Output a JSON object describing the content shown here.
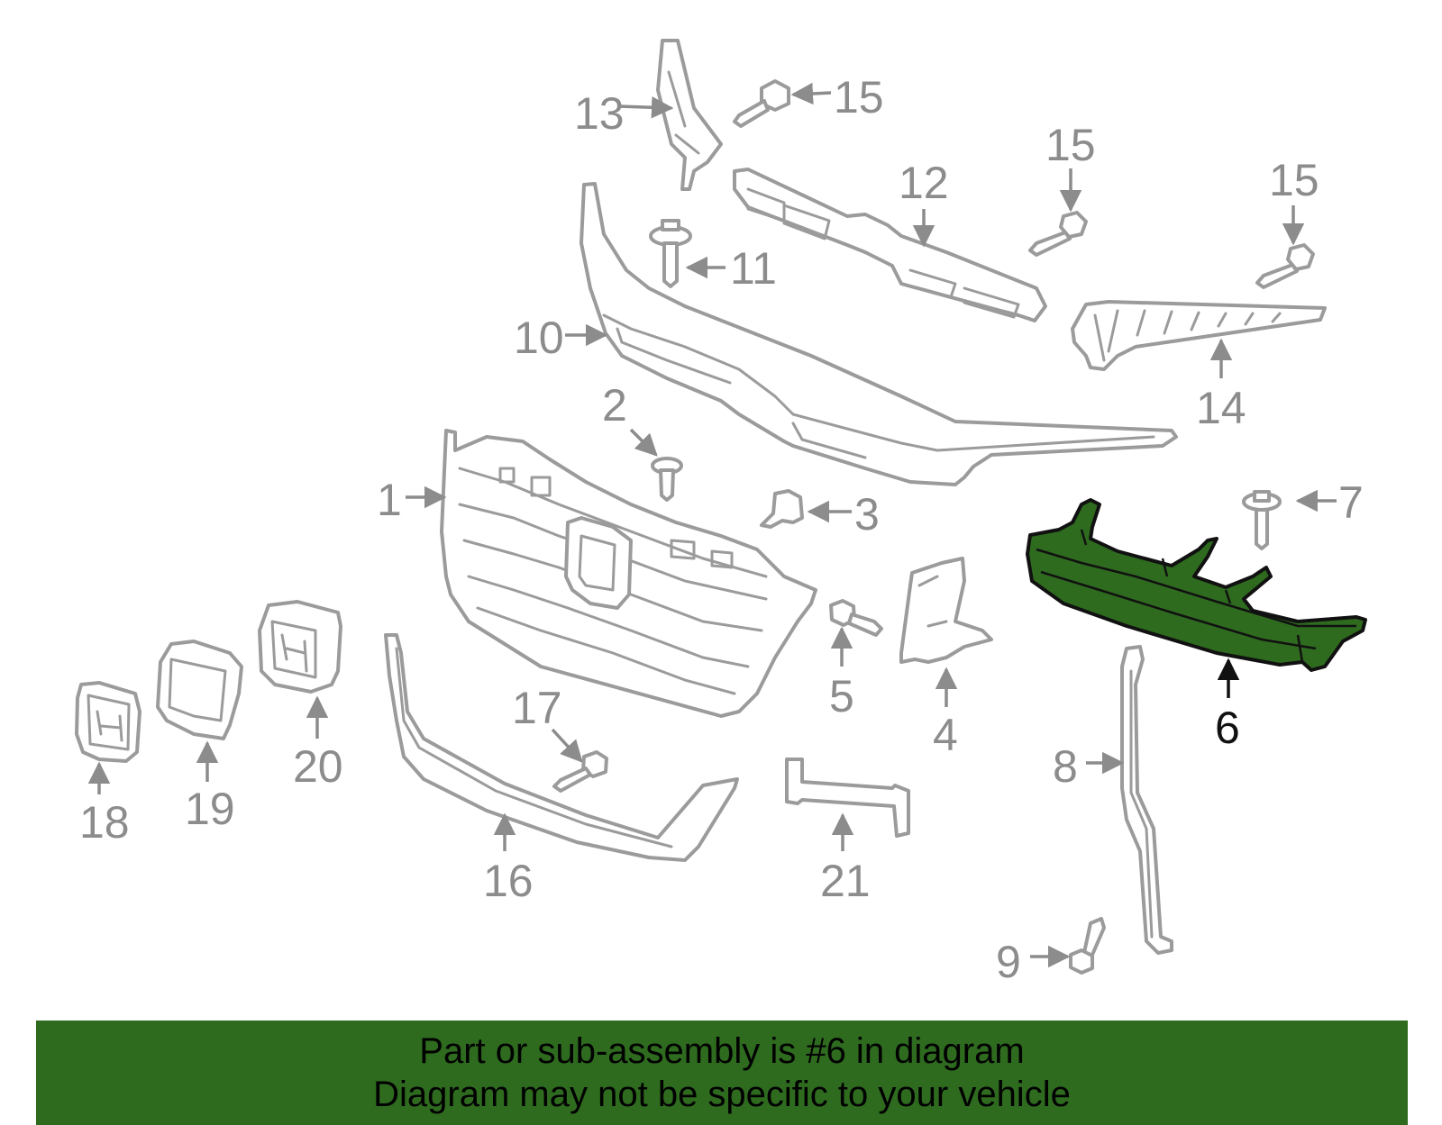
{
  "diagram": {
    "highlighted_callout": "6",
    "highlight_color": "#2e6b1f",
    "callouts": [
      "1",
      "2",
      "3",
      "4",
      "5",
      "6",
      "7",
      "8",
      "9",
      "10",
      "11",
      "12",
      "13",
      "14",
      "15",
      "15",
      "15",
      "16",
      "17",
      "18",
      "19",
      "20",
      "21"
    ]
  },
  "banner": {
    "background": "#2e6b1f",
    "line1": "Part or sub-assembly is #6 in diagram",
    "line2": "Diagram may not be specific to your vehicle"
  }
}
